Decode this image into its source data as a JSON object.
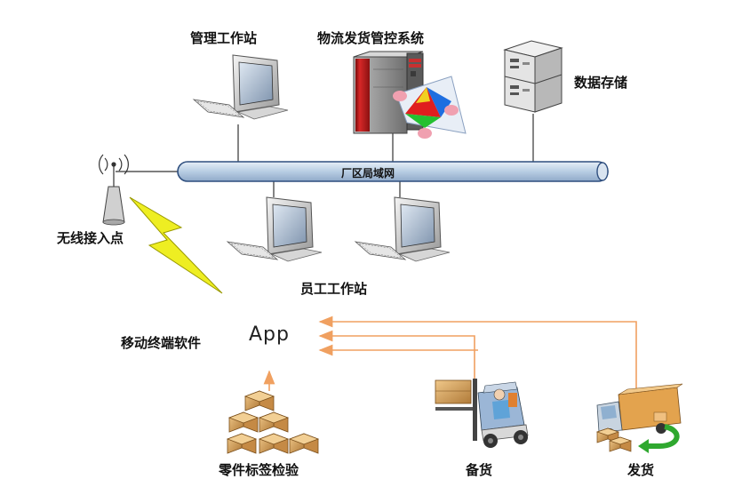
{
  "labels": {
    "management_ws": "管理工作站",
    "logistics_system": "物流发货管控系统",
    "data_storage": "数据存储",
    "lan": "厂区局域网",
    "wireless_ap": "无线接入点",
    "staff_ws": "员工工作站",
    "mobile_software": "移动终端软件",
    "app": "App",
    "parts_inspection": "零件标签检验",
    "stocking": "备货",
    "shipping": "发货"
  },
  "colors": {
    "bus_fill": "#c9d9ea",
    "bus_stroke": "#2f4f7f",
    "arrow_orange": "#f0a060",
    "lightning": "#e8e820",
    "server_red": "#c81e1e",
    "box_tan": "#d9a45a"
  }
}
